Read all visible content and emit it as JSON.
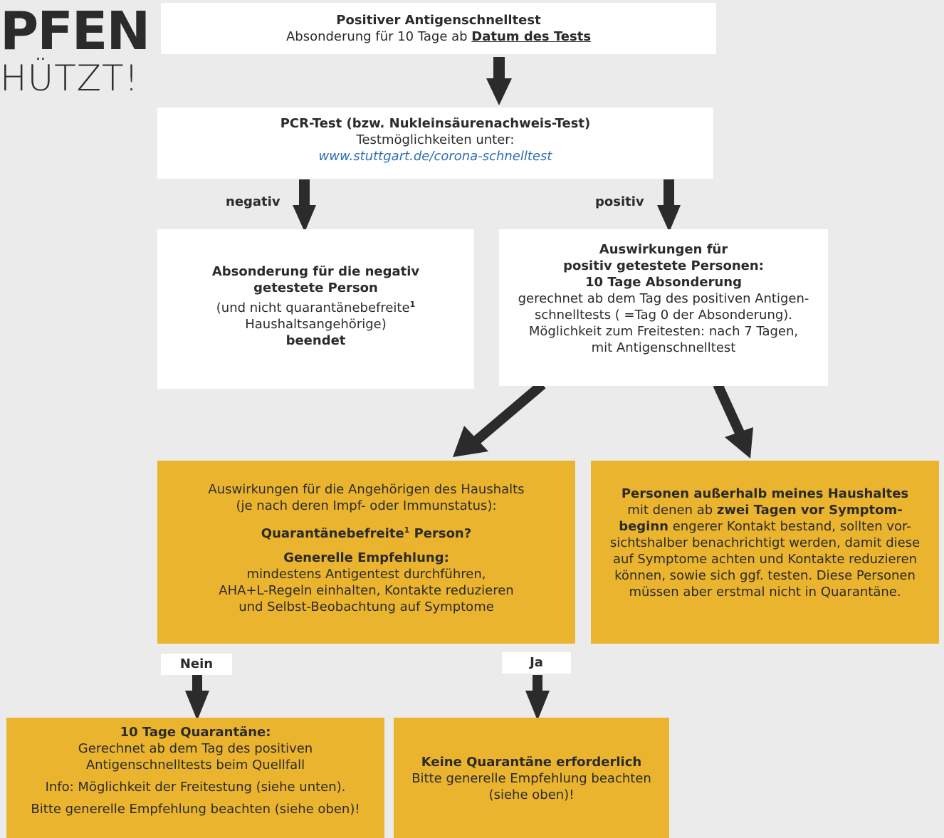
{
  "logo": {
    "line1": "PFEN",
    "line2": "HÜTZT!"
  },
  "box_antigen": {
    "title": "Positiver Antigenschnelltest",
    "text_before": "Absonderung für 10 Tage ab ",
    "text_emph": "Datum des Tests"
  },
  "box_pcr": {
    "title": "PCR-Test (bzw. Nukleinsäurenachweis-Test)",
    "text": "Testmöglichkeiten unter:",
    "link": "www.stuttgart.de/corona-schnelltest"
  },
  "labels": {
    "negativ": "negativ",
    "positiv": "positiv",
    "nein": "Nein",
    "ja": "Ja"
  },
  "box_negative": {
    "title1": "Absonderung für die negativ",
    "title2": "getestete Person",
    "text1": "(und nicht quarantänebefreite",
    "sup": "1",
    "text2": "Haushaltsangehörige)",
    "end": "beendet"
  },
  "box_positive": {
    "title1": "Auswirkungen für",
    "title2": "positiv getestete Personen:",
    "title3": "10 Tage Absonderung",
    "text1": "gerechnet ab dem Tag des positiven Antigen-",
    "text2": "schnelltests ( =Tag 0 der Absonderung).",
    "text3": "Möglichkeit zum Freitesten: nach 7 Tagen,",
    "text4": "mit Antigenschnelltest"
  },
  "box_household": {
    "text1": "Auswirkungen für die Angehörigen des Haushalts",
    "text2": "(je nach deren Impf- oder Immunstatus):",
    "question_before": "Quarantänebefreite",
    "question_sup": "1",
    "question_after": " Person?",
    "rec_title": "Generelle Empfehlung:",
    "rec1": "mindestens Antigentest durchführen,",
    "rec2": "AHA+L-Regeln einhalten, Kontakte reduzieren",
    "rec3": "und Selbst-Beobachtung auf Symptome"
  },
  "box_outside": {
    "title": "Personen außerhalb meines Haushaltes",
    "l1a": "mit denen ab ",
    "l1b": "zwei Tagen vor Symptom-",
    "l2a": "beginn",
    "l2b": " engerer Kontakt bestand, sollten vor-",
    "l3": "sichtshalber benachrichtigt werden, damit diese",
    "l4": "auf Symptome achten und Kontakte reduzieren",
    "l5": "können, sowie sich ggf. testen. Diese Personen",
    "l6": "müssen aber erstmal nicht in Quarantäne."
  },
  "box_quarantine": {
    "title": "10 Tage Quarantäne:",
    "text1": "Gerechnet ab dem Tag des positiven",
    "text2": "Antigenschnelltests beim Quellfall",
    "info": "Info: Möglichkeit der Freitestung (siehe unten).",
    "note": "Bitte generelle Empfehlung beachten (siehe oben)!"
  },
  "box_noquarantine": {
    "title": "Keine Quarantäne erforderlich",
    "text1": "Bitte generelle Empfehlung beachten",
    "text2": "(siehe oben)!"
  },
  "colors": {
    "background": "#ebebeb",
    "box_white": "#ffffff",
    "box_yellow": "#ebb42f",
    "arrow": "#2b2b2b",
    "link": "#2e6db4"
  }
}
